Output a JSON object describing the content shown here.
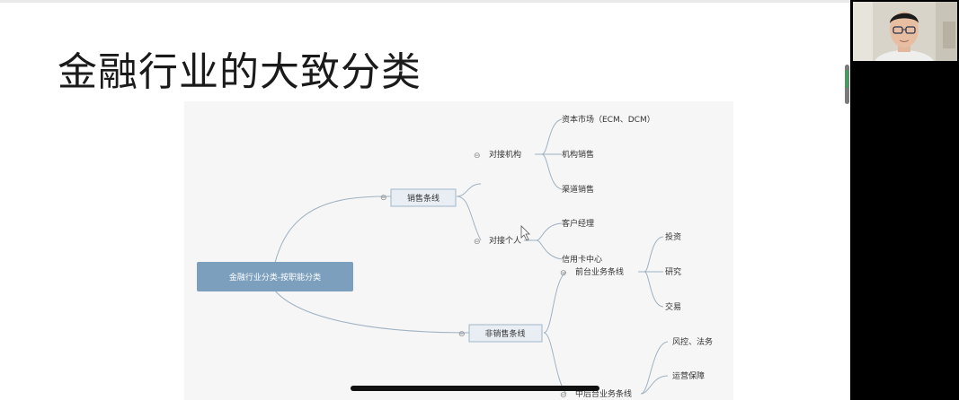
{
  "slide": {
    "title": "金融行业的大致分类"
  },
  "mindmap": {
    "root": "金融行业分类-按职能分类",
    "sales_line": "销售条线",
    "non_sales_line": "非销售条线",
    "institutional": "对接机构",
    "individual": "对接个人",
    "capital_markets": "资本市场（ECM、DCM）",
    "institutional_sales": "机构销售",
    "channel_sales": "渠道销售",
    "account_manager": "客户经理",
    "credit_card_center": "信用卡中心",
    "front_office": "前台业务条线",
    "middle_back_office": "中后台业务条线",
    "investment": "投资",
    "research": "研究",
    "trading": "交易",
    "risk_legal": "风控、法务",
    "operations": "运营保障",
    "collapse_symbol": "⊖",
    "colors": {
      "root_fill": "#7b9fbd",
      "root_text": "#ffffff",
      "branch_fill": "#e8eef4",
      "branch_stroke": "#9fb6c9",
      "line": "#9fb2c2"
    }
  },
  "webcam": {
    "icon": "person-icon"
  }
}
